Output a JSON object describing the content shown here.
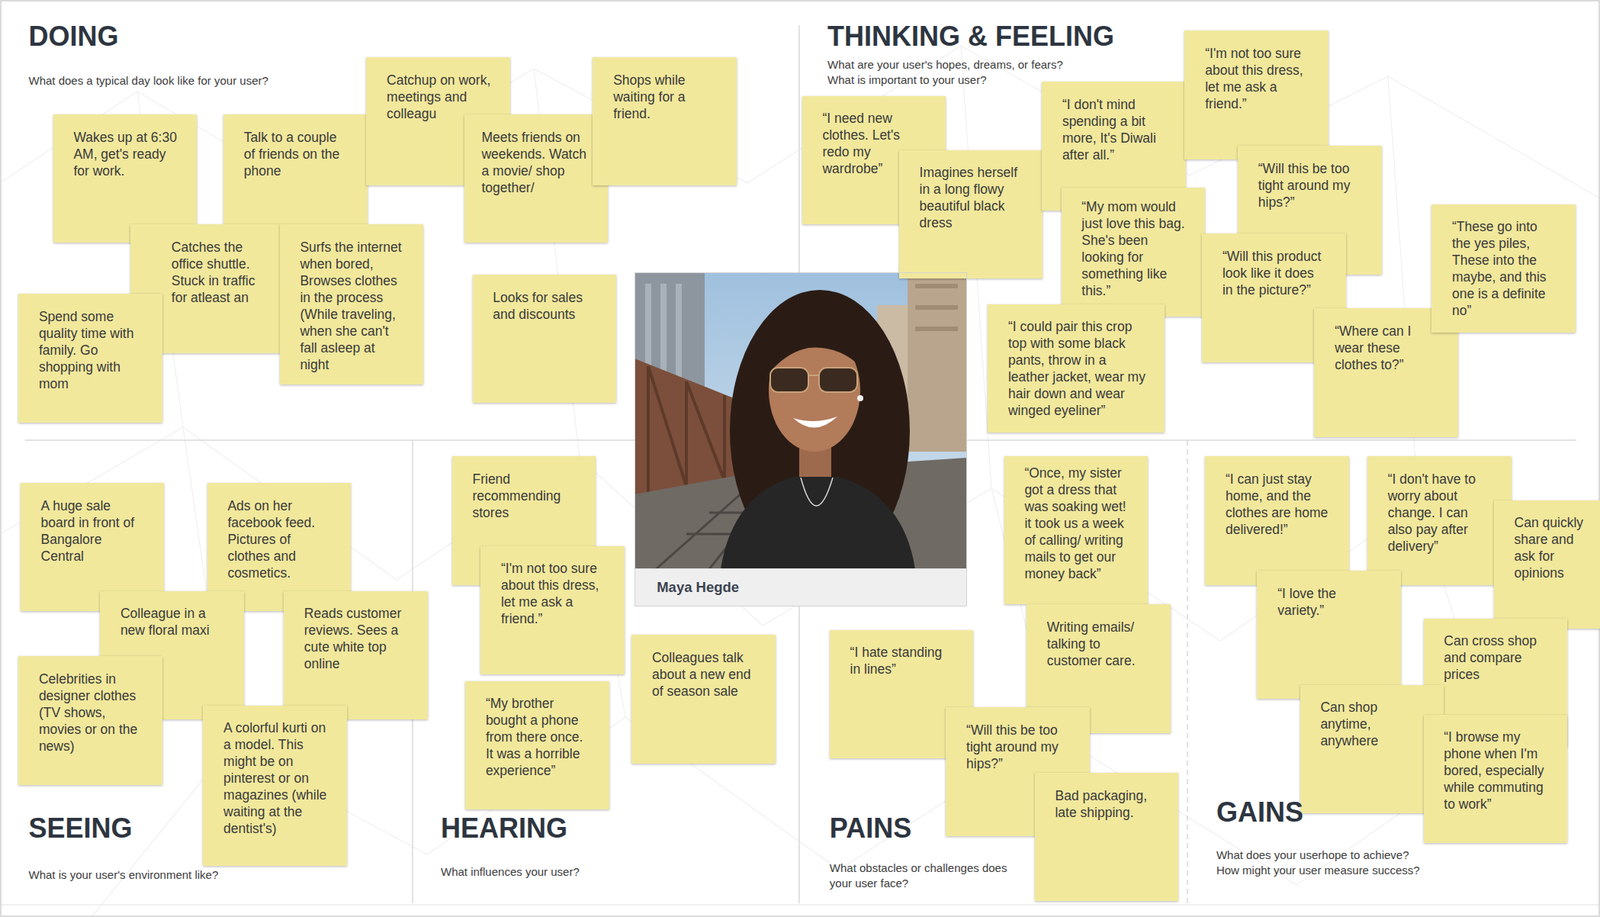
{
  "diagram": {
    "nodes": [
      {
        "text": [
          "Wakes up at 6:30 AM, get's ready for work."
        ]
      },
      {
        "text": [
          "Talk to a couple of friends on the phone"
        ]
      },
      {
        "text": [
          "Catchup on work, meetings and colleagu"
        ]
      },
      {
        "text": [
          "Meets friends on weekends. Watch a movie/ shop together/"
        ]
      },
      {
        "text": [
          "Shops while waiting for a friend."
        ]
      },
      {
        "text": [
          "Catches the office shuttle. Stuck in traffic for atleast an"
        ]
      },
      {
        "text": [
          "Surfs the internet when bored, Browses clothes in the process (While traveling, when she can't fall asleep at night"
        ]
      },
      {
        "text": [
          "Spend some quality time with family. Go shopping with mom"
        ]
      },
      {
        "text": [
          "Looks for sales and discounts"
        ]
      },
      {
        "text": [
          "“I need new clothes. Let's redo my wardrobe”"
        ]
      },
      {
        "text": [
          "Imagines herself in a long flowy beautiful black dress"
        ]
      },
      {
        "text": [
          "“I don't mind spending a bit more, It's Diwali after all.”"
        ]
      },
      {
        "text": [
          "“I'm not too sure about this dress, let me ask a friend.”"
        ]
      },
      {
        "text": [
          "“My mom would just love this bag. She's been looking for something like this.”"
        ]
      },
      {
        "text": [
          "“Will this be too tight around my hips?”"
        ]
      },
      {
        "text": [
          "“Will this product look like it does in the picture?”"
        ]
      },
      {
        "text": [
          "“Where can I wear these clothes to?”"
        ]
      },
      {
        "text": [
          "“These go into the yes piles, These into the maybe, and this one is a definite no”"
        ]
      },
      {
        "text": [
          "“I could pair this crop top with some black pants, throw in a leather jacket, wear my hair down and wear winged eyeliner”"
        ]
      },
      {
        "text": [
          "Maya Hegde"
        ]
      },
      {
        "text": [
          "A huge sale board in front of Bangalore Central"
        ]
      },
      {
        "text": [
          "Ads on her facebook feed. Pictures of clothes and cosmetics."
        ]
      },
      {
        "text": [
          "Colleague in a new floral maxi"
        ]
      },
      {
        "text": [
          "Reads customer reviews. Sees a cute white top online"
        ]
      },
      {
        "text": [
          "Celebrities in designer clothes (TV shows, movies or on the news)"
        ]
      },
      {
        "text": [
          "A colorful kurti on a model. This might be on pinterest or on magazines (while waiting at the dentist's)"
        ]
      },
      {
        "text": [
          "Friend recommending stores"
        ]
      },
      {
        "text": [
          "“I'm not too sure about this dress, let me ask a friend.”"
        ]
      },
      {
        "text": [
          "“My brother bought a phone from there once. It was a horrible experience”"
        ]
      },
      {
        "text": [
          "Colleagues talk about a new end of season sale"
        ]
      },
      {
        "text": [
          "“Once, my sister got a dress that was soaking wet! it took us a week of calling/ writing mails to get our money back”"
        ]
      },
      {
        "text": [
          "Writing emails/ talking to customer care."
        ]
      },
      {
        "text": [
          "“I hate standing in lines”"
        ]
      },
      {
        "text": [
          "“Will this be too tight around my hips?”"
        ]
      },
      {
        "text": [
          "Bad packaging, late shipping."
        ]
      },
      {
        "text": [
          "“I can just stay home, and the clothes are home delivered!”"
        ]
      },
      {
        "text": [
          "“I don't have to worry about change. I can also pay after delivery”"
        ]
      },
      {
        "text": [
          "Can quickly share and ask for opinions"
        ]
      },
      {
        "text": [
          "“I love the variety.”"
        ]
      },
      {
        "text": [
          "Can cross shop and compare prices"
        ]
      },
      {
        "text": [
          "Can shop anytime, anywhere"
        ]
      },
      {
        "text": [
          "“I browse my phone when I'm bored, especially while commuting to work”"
        ]
      }
    ],
    "labels": [
      "DOING",
      "What does a typical day look like for your user?",
      "THINKING & FEELING",
      "What are your user's hopes, dreams, or fears? What is important to your user?",
      "SEEING",
      "What is your user's environment like?",
      "HEARING",
      "What influences your user?",
      "PAINS",
      "What obstacles or challenges does your user face?",
      "GAINS",
      "What does your userhope to achieve? How might your user measure success?"
    ]
  }
}
